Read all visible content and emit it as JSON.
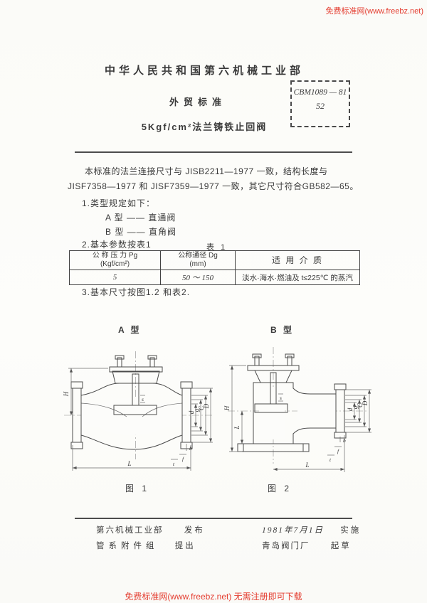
{
  "watermarks": {
    "top_right": "免费标准网(www.freebz.net)",
    "bottom": "免费标准网(www.freebz.net) 无需注册即可下载",
    "color": "#e43d30"
  },
  "header": {
    "ministry": "中华人民共和国第六机械工业部",
    "standard_type": "外贸标准",
    "doc_title": "5Kgf/cm²法兰铸铁止回阀",
    "code_box": {
      "code": "CBM1089 — 81",
      "number": "52"
    }
  },
  "body": {
    "intro": "本标准的法兰连接尺寸与 JISB2211—1977 一致，结构长度与 JISF7358—1977 和 JISF7359—1977 一致，其它尺寸符合GB582—65。",
    "item1": "1.类型规定如下：",
    "type_a": "A 型 —— 直通阀",
    "type_b": "B 型 —— 直角阀",
    "item2": "2.基本参数按表1",
    "item3": "3.基本尺寸按图1.2 和表2."
  },
  "table": {
    "caption": "表 1",
    "col1_h1": "公 称 压 力 Pg",
    "col1_h2": "(Kgf/cm²)",
    "col2_h1": "公称通径  Dg",
    "col2_h2": "(mm)",
    "col3_h": "适  用  介  质",
    "row": {
      "pressure": "5",
      "diameter": "50 ～ 150",
      "media": "淡水·海水·燃油及 t≤225℃ 的蒸汽"
    }
  },
  "figures": {
    "fig1": {
      "type_label": "A 型",
      "caption": "图 1",
      "dims": {
        "H": "H",
        "L": "L",
        "d": "d",
        "g": "g",
        "C": "C",
        "D": "D",
        "b": "b",
        "f": "f",
        "t": "t",
        "s": "s"
      }
    },
    "fig2": {
      "type_label": "B 型",
      "caption": "图 2",
      "dims": {
        "H": "H",
        "L1": "L",
        "L2": "L",
        "d": "d",
        "g": "g",
        "C": "C",
        "D": "D",
        "b": "b",
        "f": "f",
        "t": "t",
        "s": "s"
      }
    }
  },
  "footer": {
    "rows": [
      {
        "left_org": "第六机械工业部",
        "left_action": "发布",
        "right_org": "1981年7月1日",
        "right_action": "实施"
      },
      {
        "left_org": "管系附件组",
        "left_action": "提出",
        "right_org": "青岛阀门厂",
        "right_action": "起草"
      }
    ]
  }
}
